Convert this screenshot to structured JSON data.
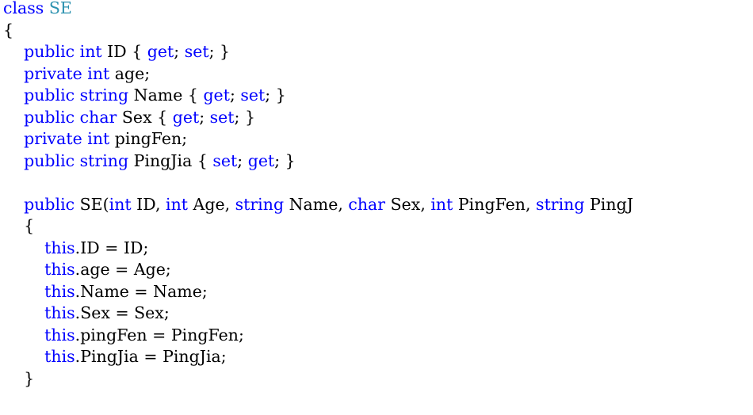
{
  "editor": {
    "colors": {
      "keyword": "#0000ff",
      "type_name": "#2b91af",
      "plain": "#000000",
      "background": "#ffffff"
    },
    "lines": [
      [
        {
          "t": "class",
          "k": "kw"
        },
        {
          "t": " ",
          "k": "pl"
        },
        {
          "t": "SE",
          "k": "ty"
        }
      ],
      [
        {
          "t": "{",
          "k": "pl"
        }
      ],
      [
        {
          "t": "    ",
          "k": "pl"
        },
        {
          "t": "public",
          "k": "kw"
        },
        {
          "t": " ",
          "k": "pl"
        },
        {
          "t": "int",
          "k": "kw"
        },
        {
          "t": " ID { ",
          "k": "pl"
        },
        {
          "t": "get",
          "k": "kw"
        },
        {
          "t": "; ",
          "k": "pl"
        },
        {
          "t": "set",
          "k": "kw"
        },
        {
          "t": "; }",
          "k": "pl"
        }
      ],
      [
        {
          "t": "    ",
          "k": "pl"
        },
        {
          "t": "private",
          "k": "kw"
        },
        {
          "t": " ",
          "k": "pl"
        },
        {
          "t": "int",
          "k": "kw"
        },
        {
          "t": " age;",
          "k": "pl"
        }
      ],
      [
        {
          "t": "    ",
          "k": "pl"
        },
        {
          "t": "public",
          "k": "kw"
        },
        {
          "t": " ",
          "k": "pl"
        },
        {
          "t": "string",
          "k": "kw"
        },
        {
          "t": " Name { ",
          "k": "pl"
        },
        {
          "t": "get",
          "k": "kw"
        },
        {
          "t": "; ",
          "k": "pl"
        },
        {
          "t": "set",
          "k": "kw"
        },
        {
          "t": "; }",
          "k": "pl"
        }
      ],
      [
        {
          "t": "    ",
          "k": "pl"
        },
        {
          "t": "public",
          "k": "kw"
        },
        {
          "t": " ",
          "k": "pl"
        },
        {
          "t": "char",
          "k": "kw"
        },
        {
          "t": " Sex { ",
          "k": "pl"
        },
        {
          "t": "get",
          "k": "kw"
        },
        {
          "t": "; ",
          "k": "pl"
        },
        {
          "t": "set",
          "k": "kw"
        },
        {
          "t": "; }",
          "k": "pl"
        }
      ],
      [
        {
          "t": "    ",
          "k": "pl"
        },
        {
          "t": "private",
          "k": "kw"
        },
        {
          "t": " ",
          "k": "pl"
        },
        {
          "t": "int",
          "k": "kw"
        },
        {
          "t": " pingFen;",
          "k": "pl"
        }
      ],
      [
        {
          "t": "    ",
          "k": "pl"
        },
        {
          "t": "public",
          "k": "kw"
        },
        {
          "t": " ",
          "k": "pl"
        },
        {
          "t": "string",
          "k": "kw"
        },
        {
          "t": " PingJia { ",
          "k": "pl"
        },
        {
          "t": "set",
          "k": "kw"
        },
        {
          "t": "; ",
          "k": "pl"
        },
        {
          "t": "get",
          "k": "kw"
        },
        {
          "t": "; }",
          "k": "pl"
        }
      ],
      [],
      [
        {
          "t": "    ",
          "k": "pl"
        },
        {
          "t": "public",
          "k": "kw"
        },
        {
          "t": " SE(",
          "k": "pl"
        },
        {
          "t": "int",
          "k": "kw"
        },
        {
          "t": " ID, ",
          "k": "pl"
        },
        {
          "t": "int",
          "k": "kw"
        },
        {
          "t": " Age, ",
          "k": "pl"
        },
        {
          "t": "string",
          "k": "kw"
        },
        {
          "t": " Name, ",
          "k": "pl"
        },
        {
          "t": "char",
          "k": "kw"
        },
        {
          "t": " Sex, ",
          "k": "pl"
        },
        {
          "t": "int",
          "k": "kw"
        },
        {
          "t": " PingFen, ",
          "k": "pl"
        },
        {
          "t": "string",
          "k": "kw"
        },
        {
          "t": " PingJ",
          "k": "pl"
        }
      ],
      [
        {
          "t": "    {",
          "k": "pl"
        }
      ],
      [
        {
          "t": "        ",
          "k": "pl"
        },
        {
          "t": "this",
          "k": "kw"
        },
        {
          "t": ".ID = ID;",
          "k": "pl"
        }
      ],
      [
        {
          "t": "        ",
          "k": "pl"
        },
        {
          "t": "this",
          "k": "kw"
        },
        {
          "t": ".age = Age;",
          "k": "pl"
        }
      ],
      [
        {
          "t": "        ",
          "k": "pl"
        },
        {
          "t": "this",
          "k": "kw"
        },
        {
          "t": ".Name = Name;",
          "k": "pl"
        }
      ],
      [
        {
          "t": "        ",
          "k": "pl"
        },
        {
          "t": "this",
          "k": "kw"
        },
        {
          "t": ".Sex = Sex;",
          "k": "pl"
        }
      ],
      [
        {
          "t": "        ",
          "k": "pl"
        },
        {
          "t": "this",
          "k": "kw"
        },
        {
          "t": ".pingFen = PingFen;",
          "k": "pl"
        }
      ],
      [
        {
          "t": "        ",
          "k": "pl"
        },
        {
          "t": "this",
          "k": "kw"
        },
        {
          "t": ".PingJia = PingJia;",
          "k": "pl"
        }
      ],
      [
        {
          "t": "    }",
          "k": "pl"
        }
      ]
    ]
  }
}
